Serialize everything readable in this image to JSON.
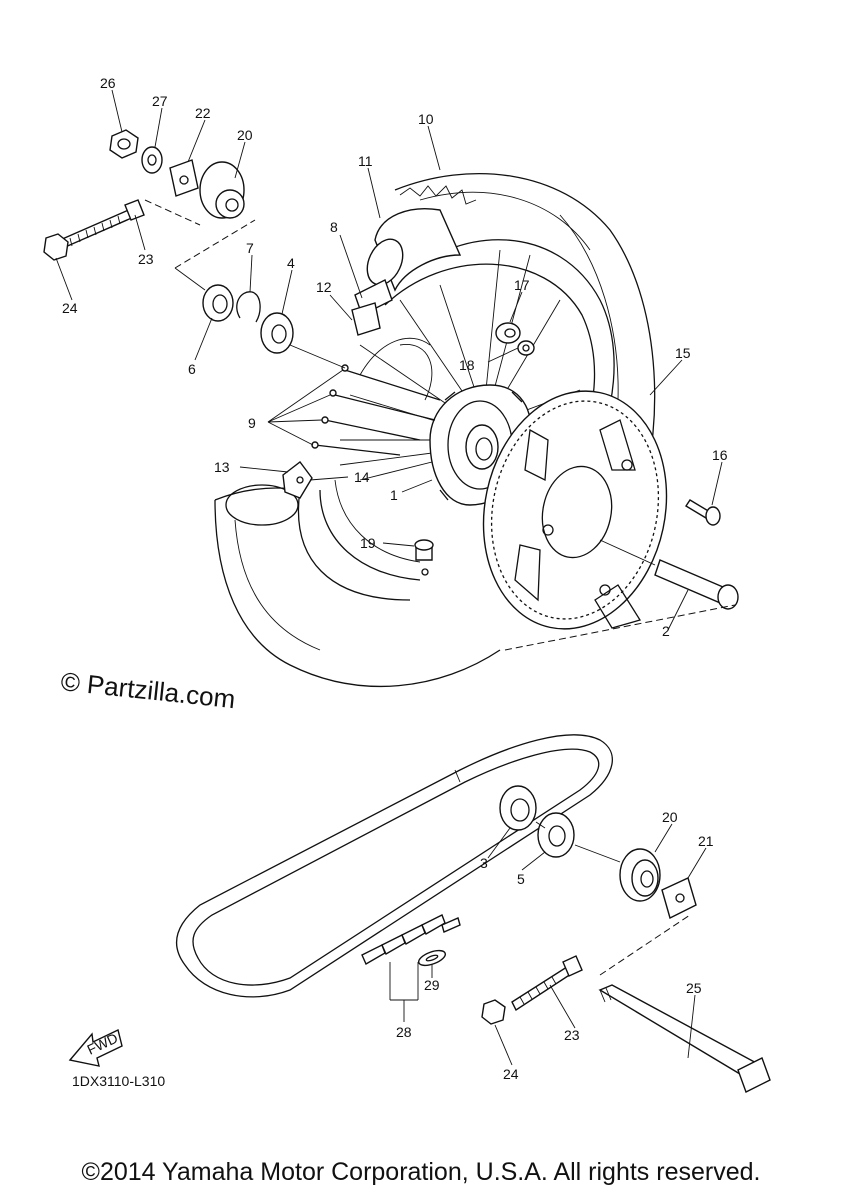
{
  "watermark": "© Partzilla.com",
  "diagram_code": "1DX3110-L310",
  "fwd_label": "FWD",
  "copyright": "©2014 Yamaha Motor Corporation, U.S.A. All rights reserved.",
  "callouts": {
    "c26": "26",
    "c27": "27",
    "c22": "22",
    "c20a": "20",
    "c10": "10",
    "c11": "11",
    "c23a": "23",
    "c24a": "24",
    "c8": "8",
    "c7": "7",
    "c4": "4",
    "c12": "12",
    "c17": "17",
    "c6": "6",
    "c18": "18",
    "c15": "15",
    "c9": "9",
    "c16": "16",
    "c13": "13",
    "c14": "14",
    "c1": "1",
    "c19": "19",
    "c2": "2",
    "c20b": "20",
    "c21": "21",
    "c3": "3",
    "c5": "5",
    "c25": "25",
    "c29": "29",
    "c23b": "23",
    "c28": "28",
    "c24b": "24"
  }
}
